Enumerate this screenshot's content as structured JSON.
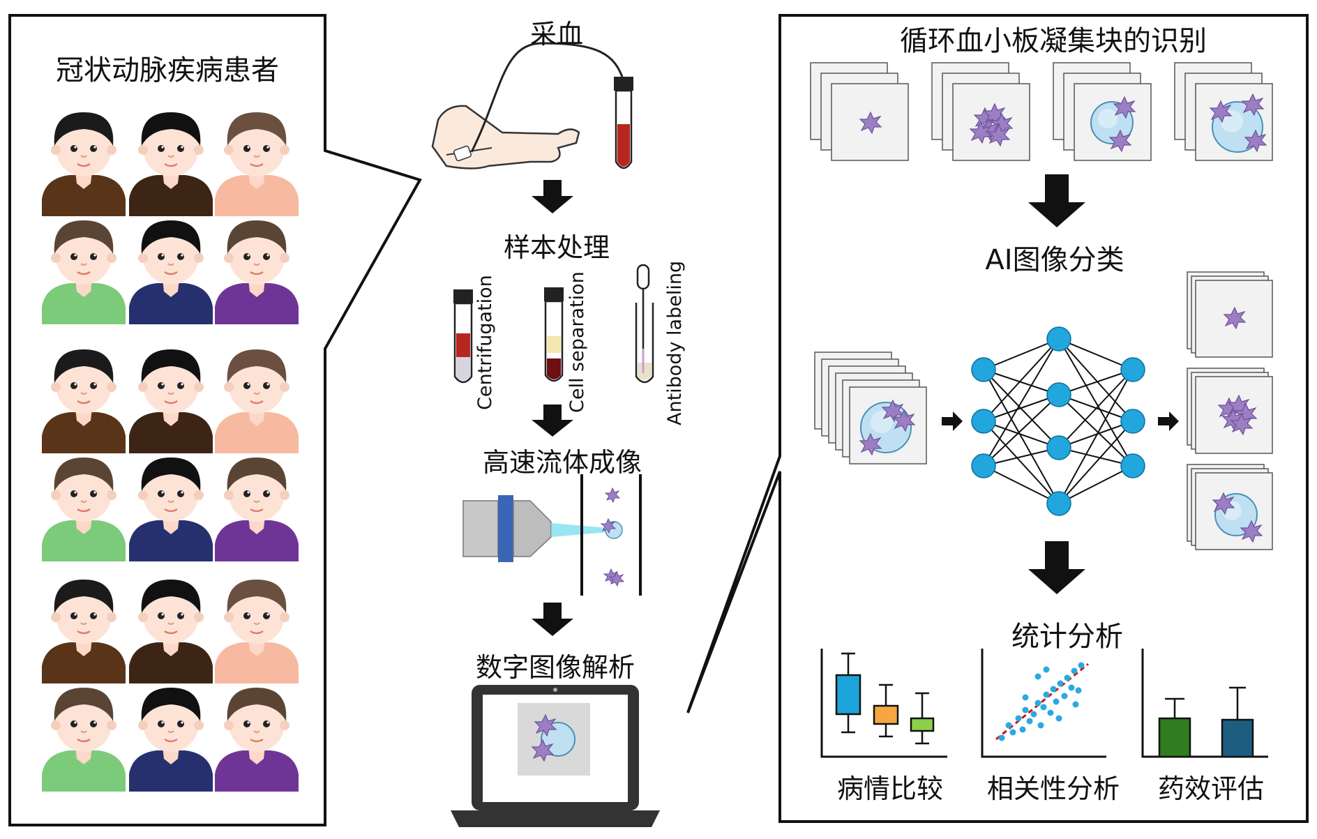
{
  "left_panel": {
    "title": "冠状动脉疾病患者"
  },
  "workflow": {
    "step1": "采血",
    "step2": "样本处理",
    "step3": "高速流体成像",
    "step4": "数字图像解析",
    "processing": [
      "Centrifugation",
      "Cell separation",
      "Antibody labeling"
    ]
  },
  "right_panel": {
    "title": "循环血小板凝集块的识别",
    "classify": "AI图像分类",
    "stats": "统计分析",
    "outputs": [
      "病情比较",
      "相关性分析",
      "药效评估"
    ]
  },
  "colors": {
    "panel_border": "#111111",
    "arrow": "#111111",
    "platelet": "#9b7fc2",
    "cell": "#bfe0f2",
    "neuron": "#21a6dd",
    "blood": "#b8271f",
    "box_blue": "#1ca3d9",
    "box_orange": "#f5a742",
    "box_green": "#8cd04a",
    "bar_green": "#2f7d1f",
    "bar_teal": "#1d5e80",
    "scatter": "#2aa9e0",
    "trend": "#d01010"
  }
}
